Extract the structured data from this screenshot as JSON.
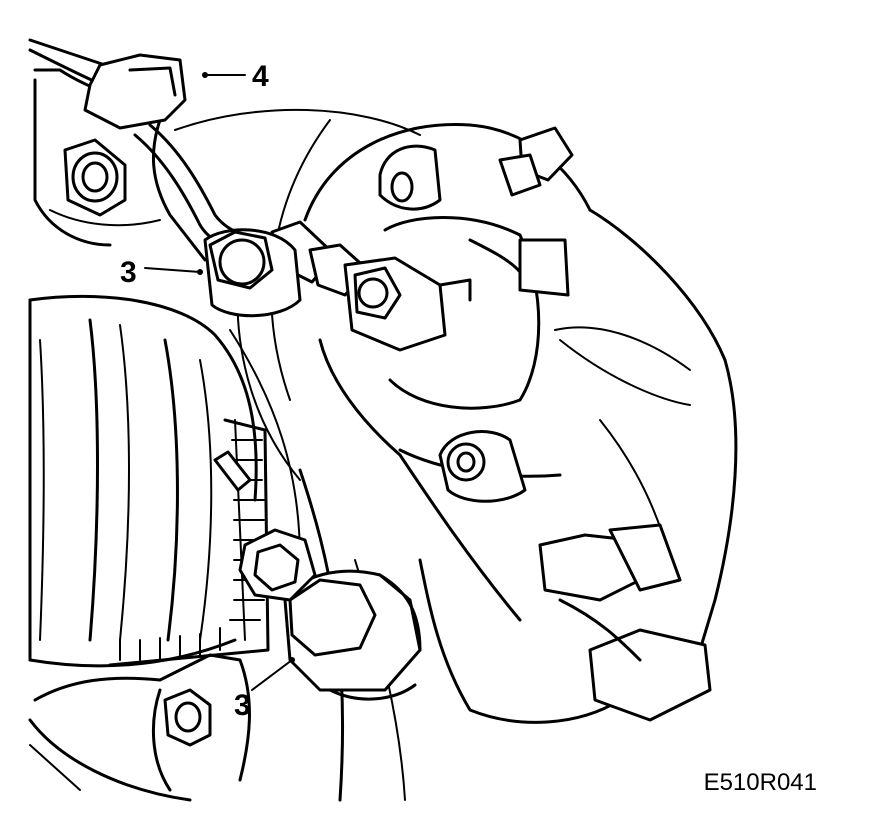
{
  "diagram": {
    "callouts": [
      {
        "id": "callout-4",
        "label": "4"
      },
      {
        "id": "callout-3-upper",
        "label": "3"
      },
      {
        "id": "callout-3-lower",
        "label": "3"
      }
    ],
    "figure_code": "E510R041"
  }
}
